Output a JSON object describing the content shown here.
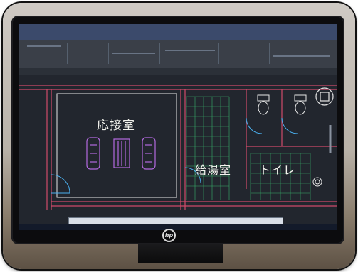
{
  "photo": {
    "subject": "monitor-showing-cad-floor-plan"
  },
  "rooms": {
    "reception_label": "応接室",
    "kitchenette_label": "給湯室",
    "toilet_label": "トイレ"
  },
  "brand": {
    "logo_text": "hp"
  },
  "colors": {
    "cad_background": "#22262e",
    "wall_line": "#d04a6a",
    "grid_line": "#38b06a",
    "furniture_line": "#b36ae0",
    "door_line": "#4ab0f0",
    "label_text": "#f4f4ee"
  }
}
